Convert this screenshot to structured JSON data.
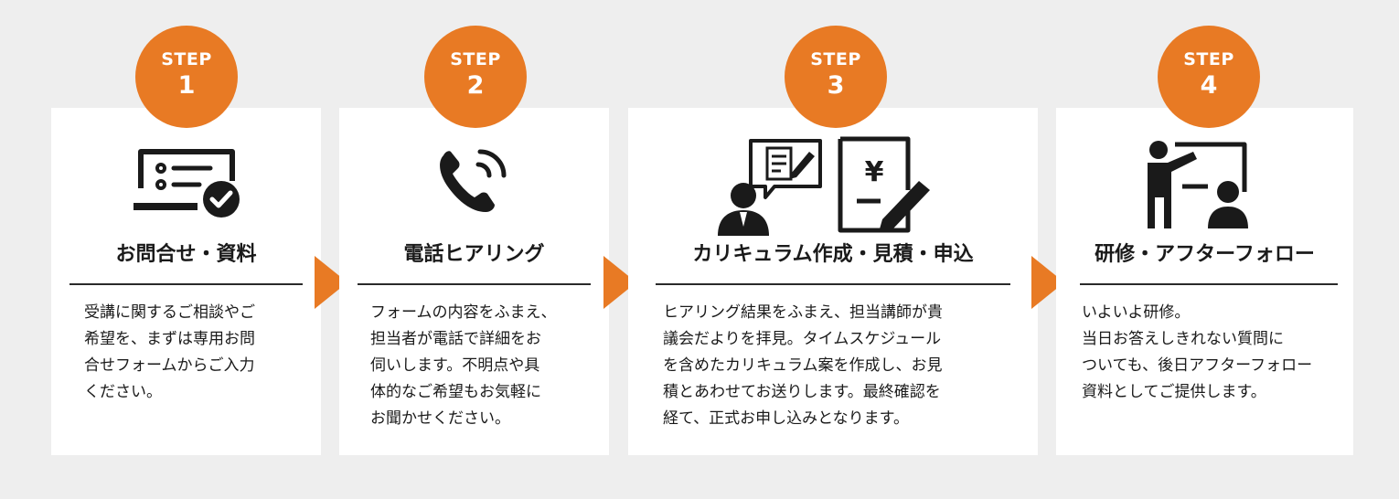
{
  "accent_color": "#e87a24",
  "steps": [
    {
      "step_label": "STEP",
      "number": "1",
      "icon": "laptop-checklist-icon",
      "title": "お問合せ・資料",
      "body_lines": [
        "受講に関するご相談やご",
        "希望を、まずは専用お問",
        "合せフォームからご入力",
        "ください。"
      ]
    },
    {
      "step_label": "STEP",
      "number": "2",
      "icon": "phone-icon",
      "title": "電話ヒアリング",
      "body_lines": [
        "フォームの内容をふまえ、",
        "担当者が電話で詳細をお",
        "伺いします。不明点や具",
        "体的なご希望もお気軽に",
        "お聞かせください。"
      ]
    },
    {
      "step_label": "STEP",
      "number": "3",
      "icon": "consultation-estimate-icon",
      "icon_text": "¥",
      "title": "カリキュラム作成・見積・申込",
      "body_lines": [
        "ヒアリング結果をふまえ、担当講師が貴",
        "議会だよりを拝見。タイムスケジュール",
        "を含めたカリキュラム案を作成し、お見",
        "積とあわせてお送りします。最終確認を",
        "経て、正式お申し込みとなります。"
      ]
    },
    {
      "step_label": "STEP",
      "number": "4",
      "icon": "presenter-board-icon",
      "title": "研修・アフターフォロー",
      "body_lines": [
        "いよいよ研修。",
        "当日お答えしきれない質問に",
        "ついても、後日アフターフォロー",
        "資料としてご提供します。"
      ]
    }
  ]
}
